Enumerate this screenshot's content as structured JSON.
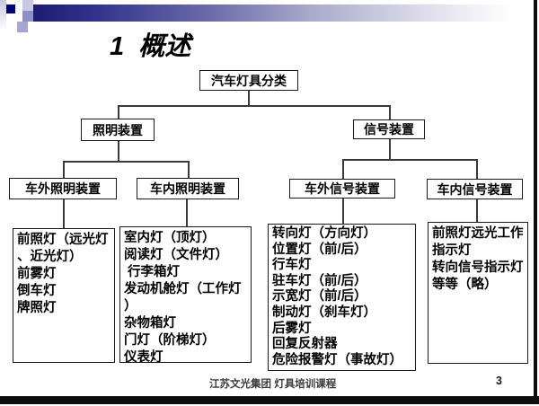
{
  "slide": {
    "title": "1  概述",
    "footer_text": "江苏文光集团 灯具培训课程",
    "page_number": "3"
  },
  "colors": {
    "accent_navy": "#05057c",
    "bar_gradient_start": "#1c1c74",
    "bar_gradient_end": "#ffffff",
    "box_border": "#1a1a1a",
    "connector": "#3a3a3a"
  },
  "tree": {
    "root": {
      "label": "汽车灯具分类"
    },
    "lighting": {
      "label": "照明装置"
    },
    "signal": {
      "label": "信号装置"
    },
    "exterior_lighting": {
      "label": "车外照明装置"
    },
    "interior_lighting": {
      "label": "车内照明装置"
    },
    "exterior_signal": {
      "label": "车外信号装置"
    },
    "interior_signal": {
      "label": "车内信号装置"
    },
    "leaves": [
      {
        "name": "exterior-lighting-lamps",
        "items": [
          "前照灯（远光灯、近光灯）",
          "前雾灯",
          "倒车灯",
          "牌照灯"
        ]
      },
      {
        "name": "interior-lighting-lamps",
        "items": [
          "室内灯（顶灯）",
          "阅读灯（文件灯）",
          " 行李箱灯",
          "发动机舱灯（工作灯）",
          "杂物箱灯",
          "门灯（阶梯灯）",
          "仪表灯"
        ]
      },
      {
        "name": "exterior-signal-lamps",
        "items": [
          "转向灯（方向灯）",
          "位置灯（前/后）",
          "行车灯",
          "驻车灯（前/后）",
          "示宽灯（前/后）",
          "制动灯（刹车灯）",
          "后雾灯",
          "回复反射器",
          "危险报警灯（事故灯）"
        ]
      },
      {
        "name": "interior-signal-lamps",
        "items": [
          "前照灯远光工作指示灯",
          "转向信号指示灯",
          "等等（略）"
        ]
      }
    ]
  }
}
